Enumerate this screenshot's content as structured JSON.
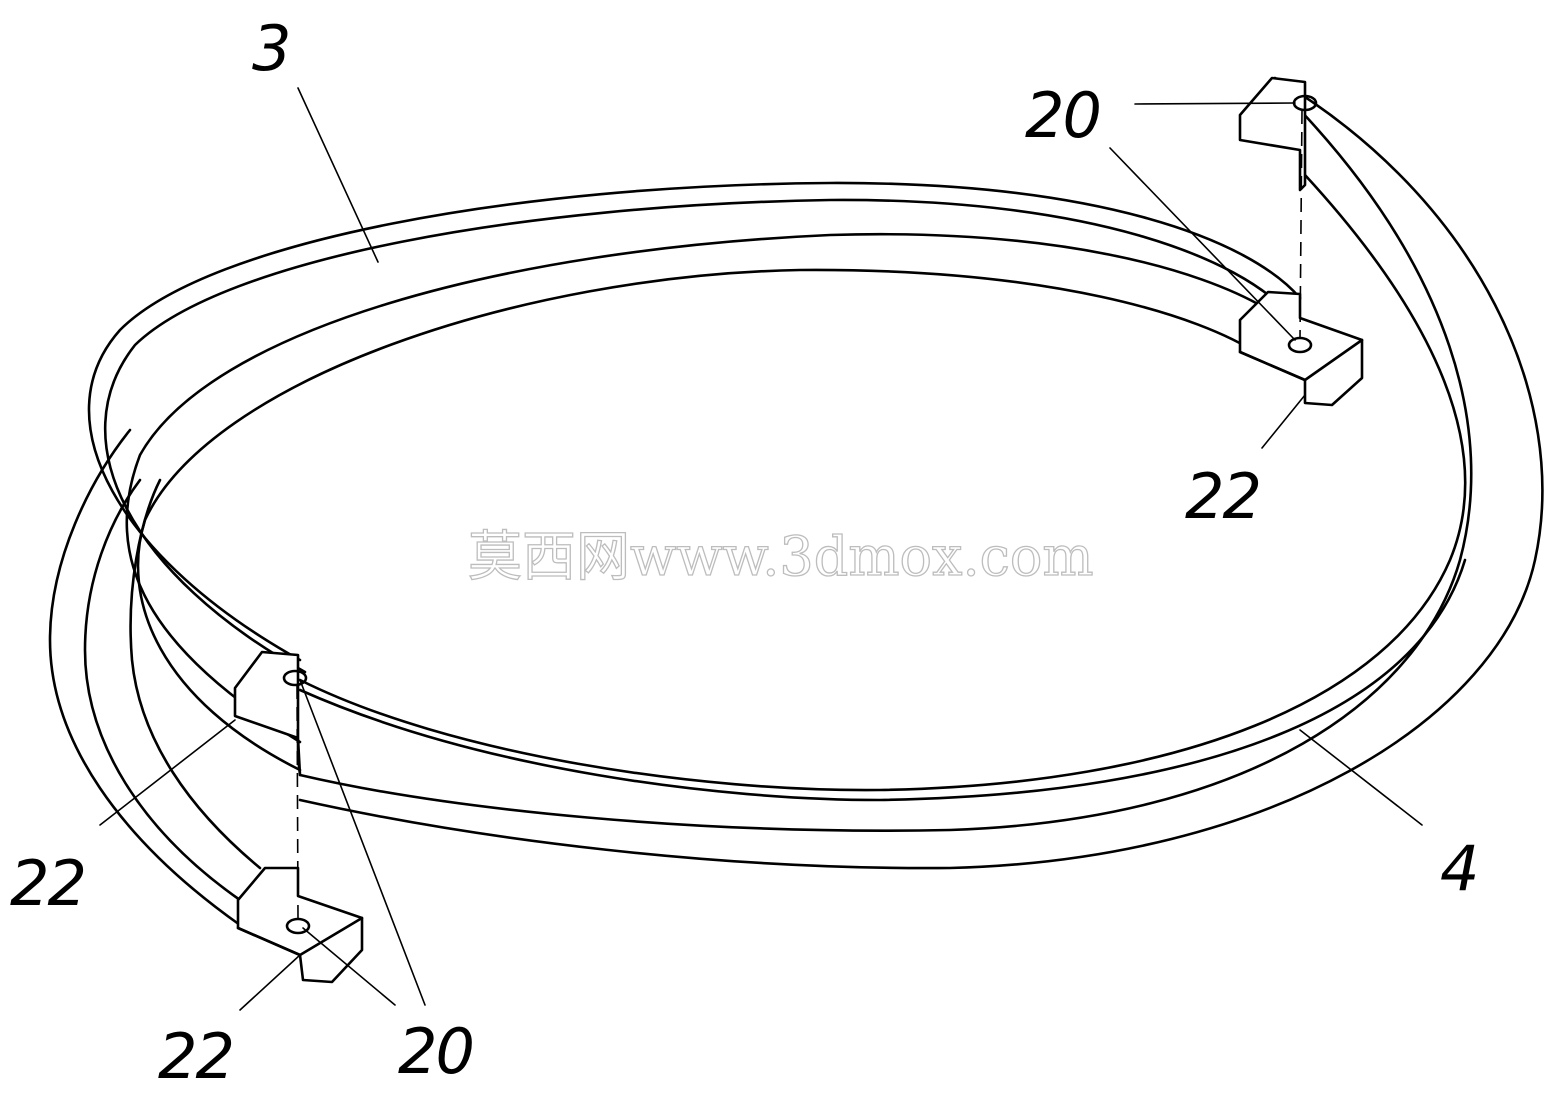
{
  "labels": {
    "part3": "3",
    "part4": "4",
    "hole_top": "20",
    "hole_bottom": "20",
    "end_top": "22",
    "end_left": "22",
    "end_bottom": "22"
  },
  "watermark": "莫西网www.3dmox.com",
  "colors": {
    "stroke": "#000000",
    "background": "#ffffff",
    "watermark": "#bdbdbd"
  }
}
